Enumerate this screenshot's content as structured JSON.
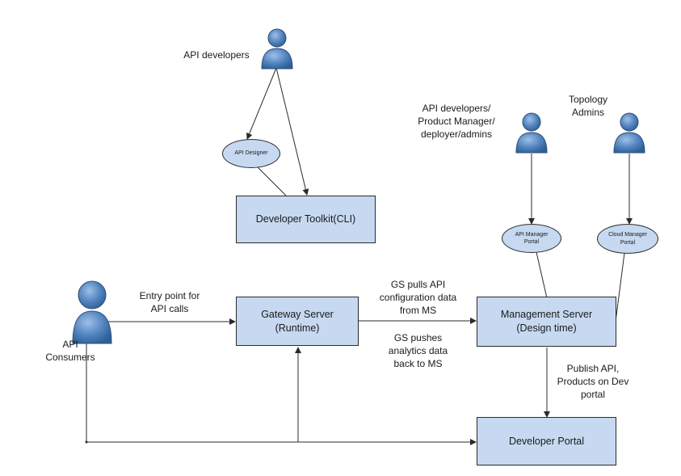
{
  "actors": {
    "api_developers": "API developers",
    "api_dev_product": "API developers/\nProduct Manager/\ndeployer/admins",
    "topology_admins": "Topology\nAdmins",
    "api_consumers": "API\nConsumers"
  },
  "nodes": {
    "api_designer": "API Designer",
    "developer_toolkit": "Developer Toolkit(CLI)",
    "api_manager_portal": "API Manager\nPortal",
    "cloud_manager_portal": "Cloud Manager\nPortal",
    "gateway_server": "Gateway Server\n(Runtime)",
    "management_server": "Management Server\n(Design time)",
    "developer_portal": "Developer Portal"
  },
  "edges": {
    "entry_point": "Entry point for\nAPI calls",
    "gs_pulls": "GS pulls API\nconfiguration data\nfrom MS",
    "gs_pushes": "GS pushes\nanalytics data\nback to MS",
    "publish_api": "Publish API,\nProducts on Dev\nportal"
  },
  "colors": {
    "node_fill": "#c6d9f1",
    "actor_fill": "#4f81bd",
    "line": "#2b2b2b"
  }
}
